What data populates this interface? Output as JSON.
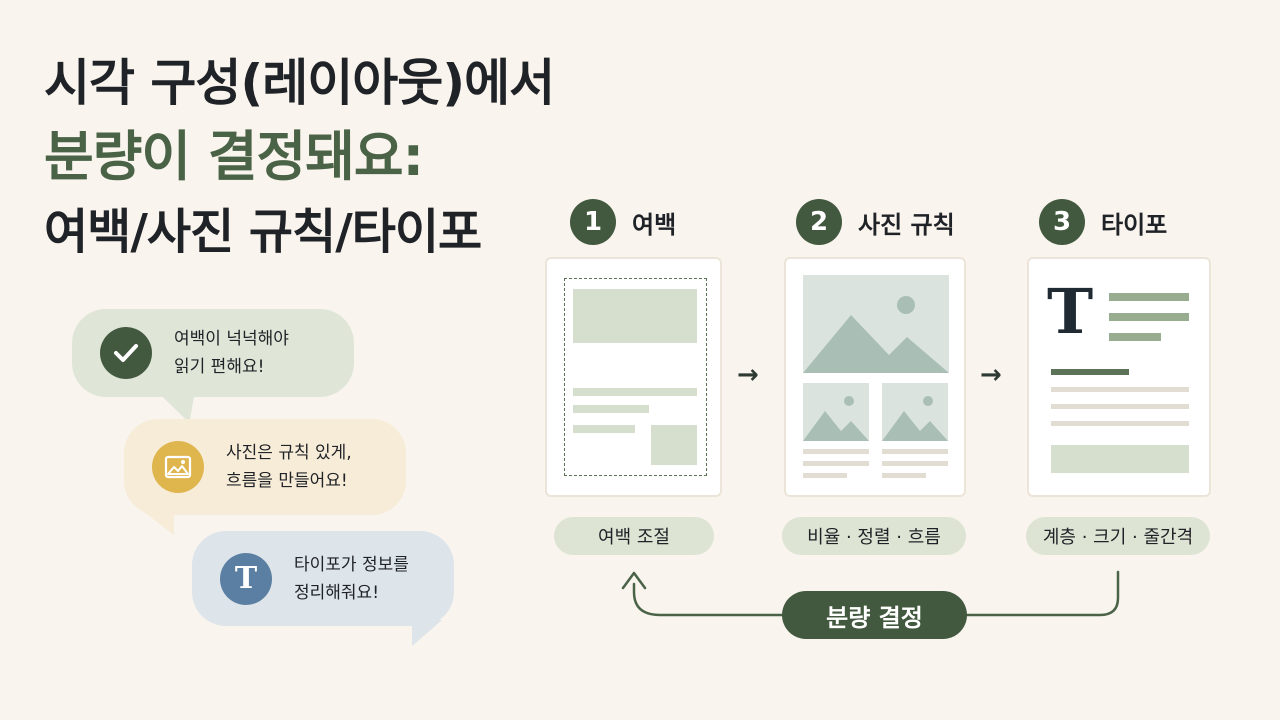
{
  "title": {
    "line1": "시각 구성(레이아웃)에서",
    "line2": "분량이 결정돼요:",
    "line3": "여백/사진 규칙/타이포"
  },
  "bubbles": [
    {
      "icon": "check-icon",
      "line1": "여백이 넉넉해야",
      "line2": "읽기 편해요!",
      "color": "#dfe6d8",
      "icon_color": "#43593f"
    },
    {
      "icon": "image-icon",
      "line1": "사진은 규칙 있게,",
      "line2": "흐름을 만들어요!",
      "color": "#f7ecd8",
      "icon_color": "#dfb54e"
    },
    {
      "icon": "typography-t-icon",
      "icon_text": "T",
      "line1": "타이포가 정보를",
      "line2": "정리해줘요!",
      "color": "#dde4ea",
      "icon_color": "#5b7fa2"
    }
  ],
  "steps": [
    {
      "number": "1",
      "label": "여백",
      "tag": "여백 조절"
    },
    {
      "number": "2",
      "label": "사진 규칙",
      "tag": "비율 · 정렬 · 흐름"
    },
    {
      "number": "3",
      "label": "타이포",
      "tag": "계층 · 크기 · 줄간격"
    }
  ],
  "typography_sample": "T",
  "loop_label": "분량 결정",
  "colors": {
    "background": "#f9f4ee",
    "accent_green": "#43593f",
    "title_green": "#4a6347",
    "pill": "#dde4d4",
    "placeholder_green": "#d6dfcd",
    "photo_tint": "#dbe3df",
    "mountain": "#a9bfb6"
  }
}
